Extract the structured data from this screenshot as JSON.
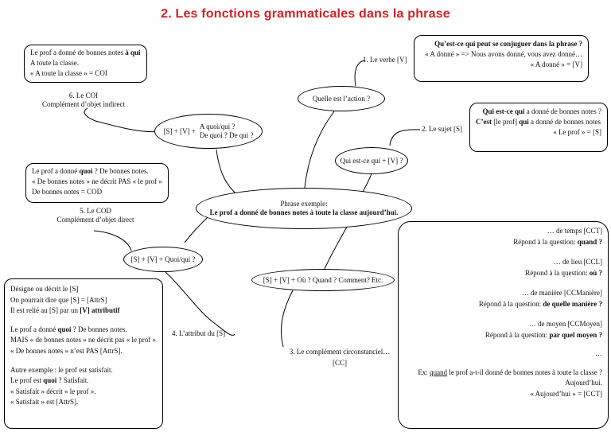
{
  "title": "2. Les fonctions grammaticales dans la phrase",
  "center": {
    "line1": "Phrase exemple:",
    "line2": "Le prof a donné de bonnes notes à toute la classe aujourd’hui."
  },
  "q_action": "Quelle est l’action ?",
  "q_sujet": "Qui est-ce qui + [V] ?",
  "q_coi": {
    "part1": "[S] + [V] +",
    "part2a": "A quoi/qui ?",
    "part2b": "De quoi ? De qui ?"
  },
  "q_cod": "[S] + [V] + Quoi/qui ?",
  "q_cc": "[S] + [V] + Où ? Quand ? Comment? Etc.",
  "label_verbe": "1. Le verbe [V]",
  "label_sujet": "2. Le sujet [S]",
  "label_cc": {
    "line1": "3. Le complément circonstanciel…",
    "line2": "[CC]"
  },
  "label_attribut": "4. L’attribut du [S]",
  "label_cod": {
    "line1": "5. Le COD",
    "line2": "Complément d’objet direct"
  },
  "label_coi": {
    "line1": "6. Le COI",
    "line2": "Complément d’objet indirect"
  },
  "box_verbe": {
    "l1a": "Qu’est-ce qui peut se conjuguer dans la phrase ?",
    "l2": "« A donné » => Nous avons donné, vous avez donné…",
    "l3": "« A donné » = [V]"
  },
  "box_sujet": {
    "l1a": "Qui est-ce qui",
    "l1b": " a donné de bonnes notes ?",
    "l2a": "C’est",
    "l2b": " [le prof] ",
    "l2c": "qui",
    "l2d": " a donné de bonnes notes.",
    "l3": "« Le prof »  = [S]"
  },
  "box_coi": {
    "l1a": "Le prof a donné de bonnes notes ",
    "l1b": "à qui",
    "l1c": " ?",
    "l2": "A toute la classe.",
    "l3": "« A toute la classe » = COI"
  },
  "box_cod": {
    "l1a": "Le prof a donné ",
    "l1b": "quoi",
    "l1c": " ? De bonnes notes.",
    "l2": "« De bonnes notes » ne décrit PAS « le prof ».",
    "l3": "De bonnes notes =  COD"
  },
  "box_attr": {
    "l1": "Désigne ou décrit le [S]",
    "l2": "On pourrait dire que [S] = [AttrS]",
    "l3a": "Il est relié au [S] par un ",
    "l3b": "[V] attributif",
    "l4a": "Le prof a donné ",
    "l4b": "quoi",
    "l4c": " ? De bonnes notes.",
    "l5": "MAIS « de bonnes notes » ne décrit pas « le prof ».",
    "l6": "« De bonnes notes » n’est PAS [AttrS].",
    "l7": "Autre exemple : le prof est satisfait.",
    "l8a": "Le prof est ",
    "l8b": "quoi",
    "l8c": " ? Satisfait.",
    "l9": "« Satisfait » décrit « le prof ».",
    "l10": "« Satisfait » est [AttrS]."
  },
  "box_cc": {
    "temps1": "… de temps [CCT]",
    "temps2a": "Répond à la question: ",
    "temps2b": "quand ?",
    "lieu1": "… de lieu [CCL]",
    "lieu2a": "Répond à la question: ",
    "lieu2b": "où ?",
    "maniere1": "… de manière [CCManière]",
    "maniere2a": "Répond à la question: ",
    "maniere2b": "de quelle manière ?",
    "moyen1": "… de moyen [CCMoyen]",
    "moyen2a": "Répond à la question: ",
    "moyen2b": "par quel moyen ?",
    "ellipsis": "…",
    "ex1a": "Ex: ",
    "ex1b": "quand",
    "ex1c": " le prof a-t-il donné de bonnes notes à toute la classe ?",
    "ex2": "Aujourd’hui.",
    "ex3": "« Aujourd’hui » = [CCT]"
  }
}
